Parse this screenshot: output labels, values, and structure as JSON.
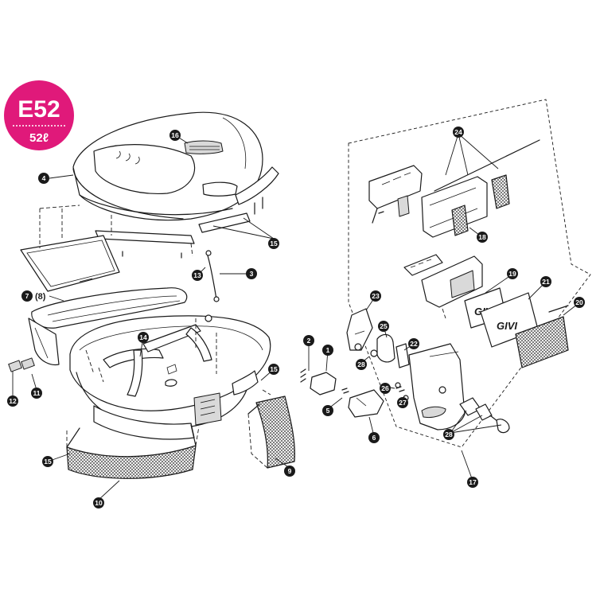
{
  "badge": {
    "model": "E52",
    "capacity": "52ℓ",
    "color": "#e0197a"
  },
  "logo_text": "GIVI",
  "callouts": [
    {
      "id": "c1",
      "label": "1"
    },
    {
      "id": "c2",
      "label": "2"
    },
    {
      "id": "c3",
      "label": "3"
    },
    {
      "id": "c4",
      "label": "4"
    },
    {
      "id": "c5",
      "label": "5"
    },
    {
      "id": "c6",
      "label": "6"
    },
    {
      "id": "c7",
      "label": "7"
    },
    {
      "id": "c9",
      "label": "9"
    },
    {
      "id": "c10",
      "label": "10"
    },
    {
      "id": "c11",
      "label": "11"
    },
    {
      "id": "c12",
      "label": "12"
    },
    {
      "id": "c13",
      "label": "13"
    },
    {
      "id": "c14",
      "label": "14"
    },
    {
      "id": "c15a",
      "label": "15"
    },
    {
      "id": "c15b",
      "label": "15"
    },
    {
      "id": "c15c",
      "label": "15"
    },
    {
      "id": "c16",
      "label": "16"
    },
    {
      "id": "c17",
      "label": "17"
    },
    {
      "id": "c18",
      "label": "18"
    },
    {
      "id": "c19",
      "label": "19"
    },
    {
      "id": "c20",
      "label": "20"
    },
    {
      "id": "c21",
      "label": "21"
    },
    {
      "id": "c22",
      "label": "22"
    },
    {
      "id": "c23",
      "label": "23"
    },
    {
      "id": "c24",
      "label": "24"
    },
    {
      "id": "c25",
      "label": "25"
    },
    {
      "id": "c26",
      "label": "26"
    },
    {
      "id": "c27",
      "label": "27"
    },
    {
      "id": "c28a",
      "label": "28"
    },
    {
      "id": "c28b",
      "label": "28"
    }
  ],
  "paren_labels": [
    {
      "id": "p8",
      "label": "(8)"
    }
  ]
}
